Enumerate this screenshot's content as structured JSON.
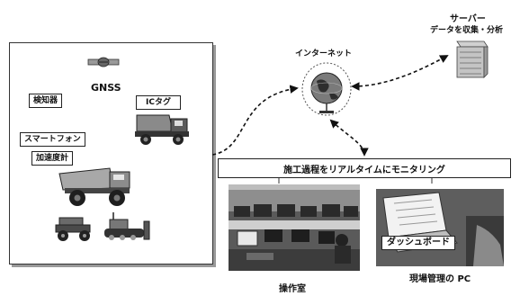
{
  "labels": {
    "gnss": "GNSS",
    "detector": "検知器",
    "ic_tag": "ICタグ",
    "smartphone": "スマートフォン",
    "accelerometer": "加速度計",
    "internet": "インターネット",
    "server_title": "サーバー",
    "server_sub": "データを収集・分析",
    "banner": "施工過程をリアルタイムにモニタリング",
    "control_room": "操作室",
    "site_pc": "現場管理の PC",
    "dashboard": "ダッシュボード"
  },
  "icons": {
    "satellite": "satellite-icon",
    "dump_truck": "dump-truck-icon",
    "large_dump_truck": "large-dump-truck-icon",
    "small_vehicle": "small-vehicle-icon",
    "bulldozer": "bulldozer-icon",
    "globe": "globe-icon",
    "server": "server-icon"
  },
  "colors": {
    "line": "#111111",
    "vehicle_yellow": "#b8b8b8",
    "screen_dark": "#3a3a3a"
  }
}
